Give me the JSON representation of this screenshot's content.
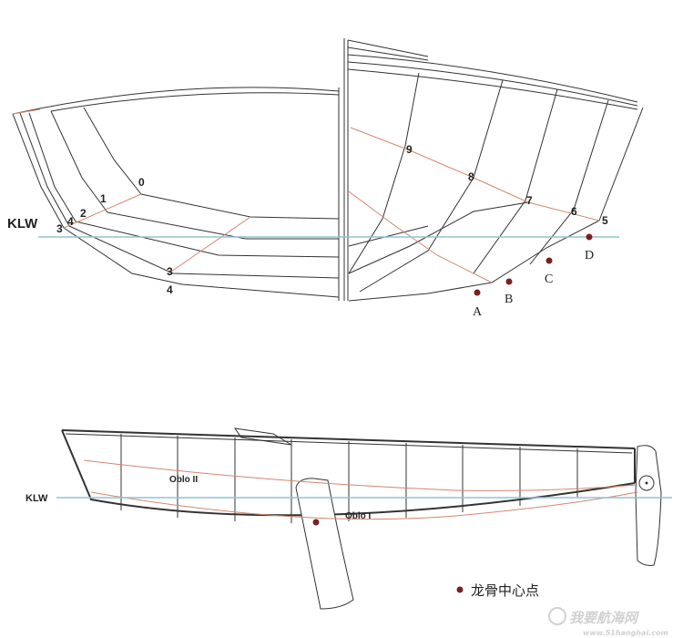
{
  "diagram": {
    "top_view": {
      "waterline_label": "KLW",
      "left_station_labels": [
        "0",
        "1",
        "2",
        "3",
        "4",
        "3",
        "4"
      ],
      "right_station_labels": [
        "9",
        "8",
        "7",
        "6",
        "5"
      ],
      "keel_points": [
        "A",
        "B",
        "C",
        "D"
      ]
    },
    "side_view": {
      "waterline_label": "KLW",
      "line_label_upper": "Oblo II",
      "line_label_lower": "Oblo I"
    },
    "legend": {
      "marker_label": "龙骨中心点"
    },
    "watermark": {
      "text_cn": "我要航海网",
      "text_en": "www.51hanghai.com"
    },
    "colors": {
      "outline": "#333333",
      "waterline": "#8fc3d6",
      "section_line": "#d4866e",
      "marker": "#7a2020"
    }
  }
}
